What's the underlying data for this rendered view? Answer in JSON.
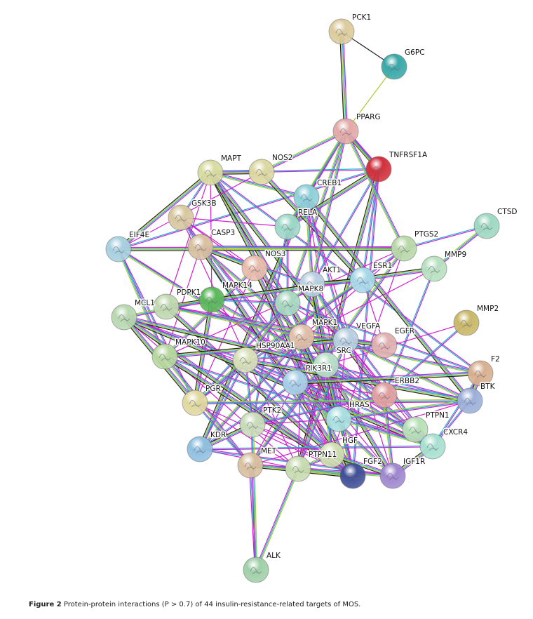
{
  "figure": {
    "caption_label": "Figure 2",
    "caption_text": "Protein-protein interactions (P > 0.7) of 44 insulin-resistance-related targets of MOS."
  },
  "edge_colors": [
    "#d020d0",
    "#20b0d0",
    "#a8cc30",
    "#222222",
    "#3050e0",
    "#60c860"
  ],
  "nodes": [
    {
      "id": "PCK1",
      "color": "#dccb9c"
    },
    {
      "id": "G6PC",
      "color": "#3aa8a8"
    },
    {
      "id": "PPARG",
      "color": "#e2aaa8"
    },
    {
      "id": "TNFRSF1A",
      "color": "#d2303c"
    },
    {
      "id": "MAPT",
      "color": "#d8dca0"
    },
    {
      "id": "NOS2",
      "color": "#dcd8a2"
    },
    {
      "id": "CREB1",
      "color": "#8ed0d8"
    },
    {
      "id": "GSK3B",
      "color": "#d8c8a0"
    },
    {
      "id": "RELA",
      "color": "#9ed8c8"
    },
    {
      "id": "CTSD",
      "color": "#9ed8c0"
    },
    {
      "id": "EIF4E",
      "color": "#a8d0e0"
    },
    {
      "id": "CASP3",
      "color": "#d8c0a0"
    },
    {
      "id": "PTGS2",
      "color": "#b8d8a8"
    },
    {
      "id": "NOS3",
      "color": "#e8bcac"
    },
    {
      "id": "MMP9",
      "color": "#b8e0c0"
    },
    {
      "id": "ESR1",
      "color": "#a8d8e8"
    },
    {
      "id": "AKT1",
      "color": "#b8d0e0"
    },
    {
      "id": "MAPK14",
      "color": "#5cb85c"
    },
    {
      "id": "PDPK1",
      "color": "#c0d8b0"
    },
    {
      "id": "MAPK8",
      "color": "#a8d8c0"
    },
    {
      "id": "MCL1",
      "color": "#b8d8b0"
    },
    {
      "id": "MMP2",
      "color": "#c8b868"
    },
    {
      "id": "MAPK1",
      "color": "#e0c0a8"
    },
    {
      "id": "VEGFA",
      "color": "#b8d0e0"
    },
    {
      "id": "EGFR",
      "color": "#e0b0b0"
    },
    {
      "id": "MAPK10",
      "color": "#b8d8a0"
    },
    {
      "id": "HSP90AA1",
      "color": "#d8e0b8"
    },
    {
      "id": "SRC",
      "color": "#b8e0c8"
    },
    {
      "id": "PIK3R1",
      "color": "#a8d0e8"
    },
    {
      "id": "F2",
      "color": "#d8b090"
    },
    {
      "id": "ERBB2",
      "color": "#e0a0a0"
    },
    {
      "id": "BTK",
      "color": "#9cb0d8"
    },
    {
      "id": "PGR",
      "color": "#e0d8a0"
    },
    {
      "id": "HRAS",
      "color": "#a8e0e0"
    },
    {
      "id": "PTPN1",
      "color": "#b8e0b8"
    },
    {
      "id": "PTK2",
      "color": "#c8dcb8"
    },
    {
      "id": "CXCR4",
      "color": "#a8e0d0"
    },
    {
      "id": "KDR",
      "color": "#90c0e0"
    },
    {
      "id": "HGF",
      "color": "#d0e0b0"
    },
    {
      "id": "MET",
      "color": "#d8c0a0"
    },
    {
      "id": "PTPN11",
      "color": "#c8dcb0"
    },
    {
      "id": "FGF2",
      "color": "#405098"
    },
    {
      "id": "IGF1R",
      "color": "#a088d0"
    },
    {
      "id": "ALK",
      "color": "#a0d0a8"
    }
  ],
  "edges": [
    [
      "PCK1",
      "G6PC"
    ],
    [
      "PCK1",
      "PPARG"
    ],
    [
      "G6PC",
      "PPARG"
    ],
    [
      "PPARG",
      "TNFRSF1A"
    ],
    [
      "PPARG",
      "CREB1"
    ],
    [
      "PPARG",
      "RELA"
    ],
    [
      "PPARG",
      "AKT1"
    ],
    [
      "PPARG",
      "PTGS2"
    ],
    [
      "ALK",
      "PTPN11"
    ],
    [
      "ALK",
      "MET"
    ],
    [
      "ALK",
      "PTK2"
    ]
  ]
}
